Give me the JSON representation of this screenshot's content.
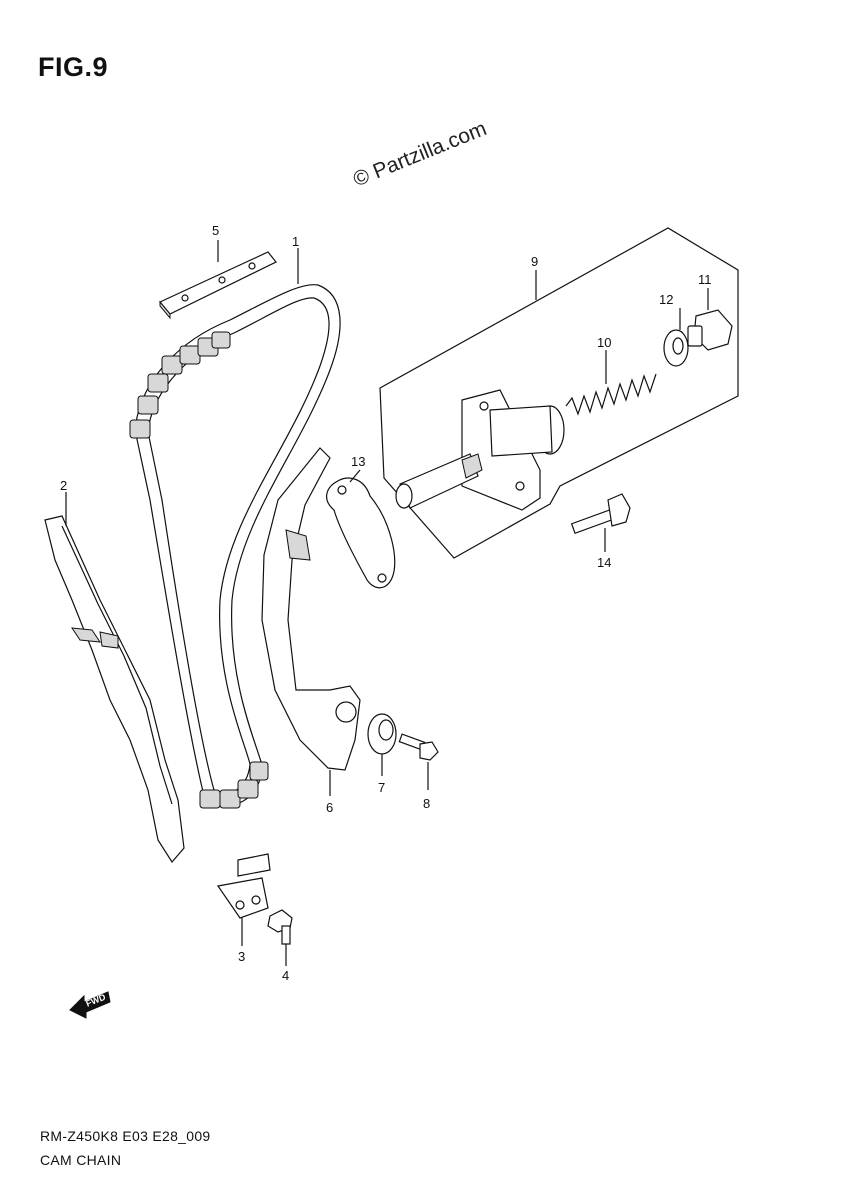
{
  "figure": {
    "title": "FIG.9",
    "watermark": "© Partzilla.com",
    "model_code": "RM-Z450K8 E03 E28_009",
    "section_name": "CAM CHAIN",
    "fwd_label": "FWD"
  },
  "callouts": [
    {
      "id": "callout-1",
      "label": "1"
    },
    {
      "id": "callout-2",
      "label": "2"
    },
    {
      "id": "callout-3",
      "label": "3"
    },
    {
      "id": "callout-4",
      "label": "4"
    },
    {
      "id": "callout-5",
      "label": "5"
    },
    {
      "id": "callout-6",
      "label": "6"
    },
    {
      "id": "callout-7",
      "label": "7"
    },
    {
      "id": "callout-8",
      "label": "8"
    },
    {
      "id": "callout-9",
      "label": "9"
    },
    {
      "id": "callout-10",
      "label": "10"
    },
    {
      "id": "callout-11",
      "label": "11"
    },
    {
      "id": "callout-12",
      "label": "12"
    },
    {
      "id": "callout-13",
      "label": "13"
    },
    {
      "id": "callout-14",
      "label": "14"
    }
  ]
}
